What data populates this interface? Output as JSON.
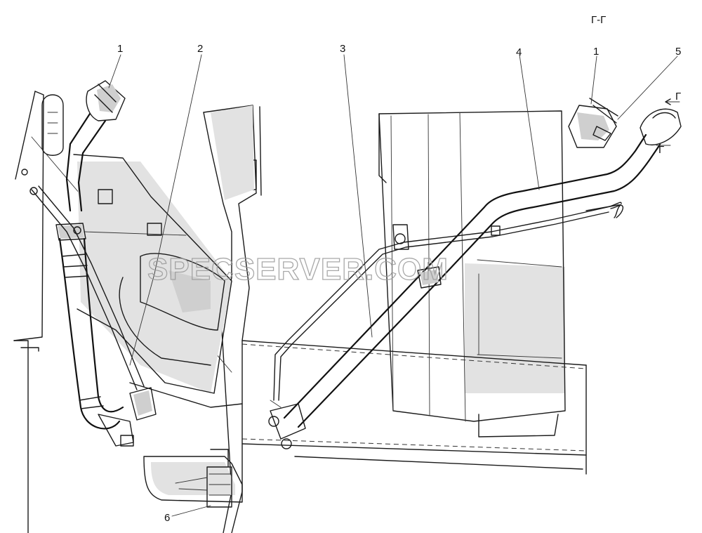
{
  "section_title": "Г-Г",
  "section_marks": [
    "Г",
    "Г"
  ],
  "watermark": "SPECSERVER.COM",
  "callouts": [
    {
      "id": "callout-1-left",
      "label": "1"
    },
    {
      "id": "callout-2",
      "label": "2"
    },
    {
      "id": "callout-3",
      "label": "3"
    },
    {
      "id": "callout-4",
      "label": "4"
    },
    {
      "id": "callout-1-right",
      "label": "1"
    },
    {
      "id": "callout-5",
      "label": "5"
    },
    {
      "id": "callout-6",
      "label": "6"
    }
  ],
  "colors": {
    "ink": "#1a1a1a",
    "paper": "#ffffff",
    "watermark": "#9a9a9a"
  }
}
